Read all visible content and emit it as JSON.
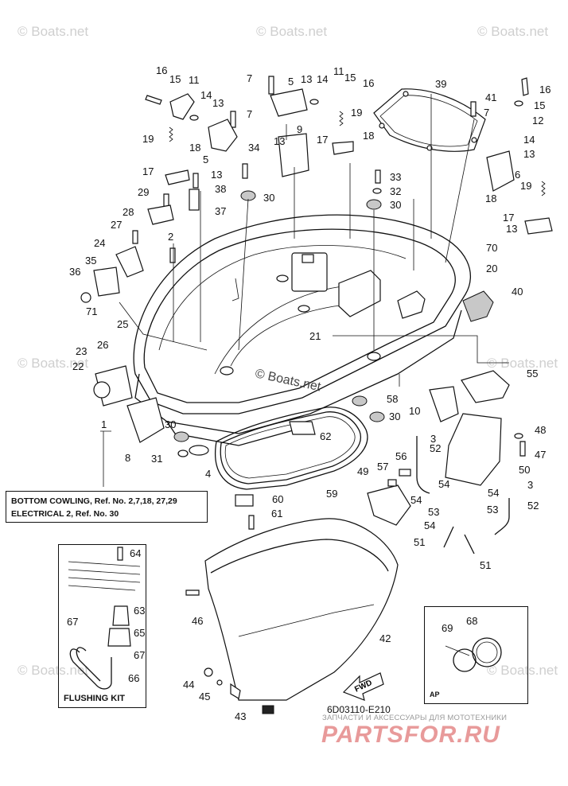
{
  "watermark": "© Boats.net",
  "center_watermark": "© Boats.net",
  "reference_note": {
    "line1": "BOTTOM COWLING,  Ref. No. 2,7,18, 27,29",
    "line2": "ELECTRICAL 2,  Ref. No. 30"
  },
  "flushing_kit_label": "FLUSHING KIT",
  "ap_label": "AP",
  "fwd_label": "FWD",
  "diagram_code": "6D03110-E210",
  "site_tagline": "ЗАПЧАСТИ И АКСЕССУАРЫ ДЛЯ МОТОТЕХНИКИ",
  "site_brand": "PARTSFOR.RU",
  "part_numbers": {
    "p1": "1",
    "p2": "2",
    "p3a": "3",
    "p3b": "3",
    "p4": "4",
    "p5a": "5",
    "p5b": "5",
    "p6": "6",
    "p7a": "7",
    "p7b": "7",
    "p7c": "7",
    "p8": "8",
    "p9": "9",
    "p10": "10",
    "p11a": "11",
    "p11b": "11",
    "p12": "12",
    "p13a": "13",
    "p13b": "13",
    "p13c": "13",
    "p13d": "13",
    "p13e": "13",
    "p13f": "13",
    "p14a": "14",
    "p14b": "14",
    "p14c": "14",
    "p15a": "15",
    "p15b": "15",
    "p15c": "15",
    "p16a": "16",
    "p16b": "16",
    "p16c": "16",
    "p17a": "17",
    "p17b": "17",
    "p17c": "17",
    "p18a": "18",
    "p18b": "18",
    "p18c": "18",
    "p19a": "19",
    "p19b": "19",
    "p19c": "19",
    "p20": "20",
    "p21": "21",
    "p22": "22",
    "p23": "23",
    "p24": "24",
    "p25": "25",
    "p26": "26",
    "p27": "27",
    "p28": "28",
    "p29": "29",
    "p30a": "30",
    "p30b": "30",
    "p30c": "30",
    "p30d": "30",
    "p31": "31",
    "p32": "32",
    "p33": "33",
    "p34": "34",
    "p35": "35",
    "p36": "36",
    "p37": "37",
    "p38": "38",
    "p39": "39",
    "p40": "40",
    "p41": "41",
    "p42": "42",
    "p43": "43",
    "p44": "44",
    "p45": "45",
    "p46": "46",
    "p47": "47",
    "p48": "48",
    "p49": "49",
    "p50": "50",
    "p51a": "51",
    "p51b": "51",
    "p52a": "52",
    "p52b": "52",
    "p53a": "53",
    "p53b": "53",
    "p54a": "54",
    "p54b": "54",
    "p54c": "54",
    "p54d": "54",
    "p55": "55",
    "p56": "56",
    "p57": "57",
    "p58": "58",
    "p59": "59",
    "p60": "60",
    "p61": "61",
    "p62": "62",
    "p63": "63",
    "p64": "64",
    "p65": "65",
    "p66": "66",
    "p67a": "67",
    "p67b": "67",
    "p68": "68",
    "p69": "69",
    "p70": "70",
    "p71": "71"
  }
}
